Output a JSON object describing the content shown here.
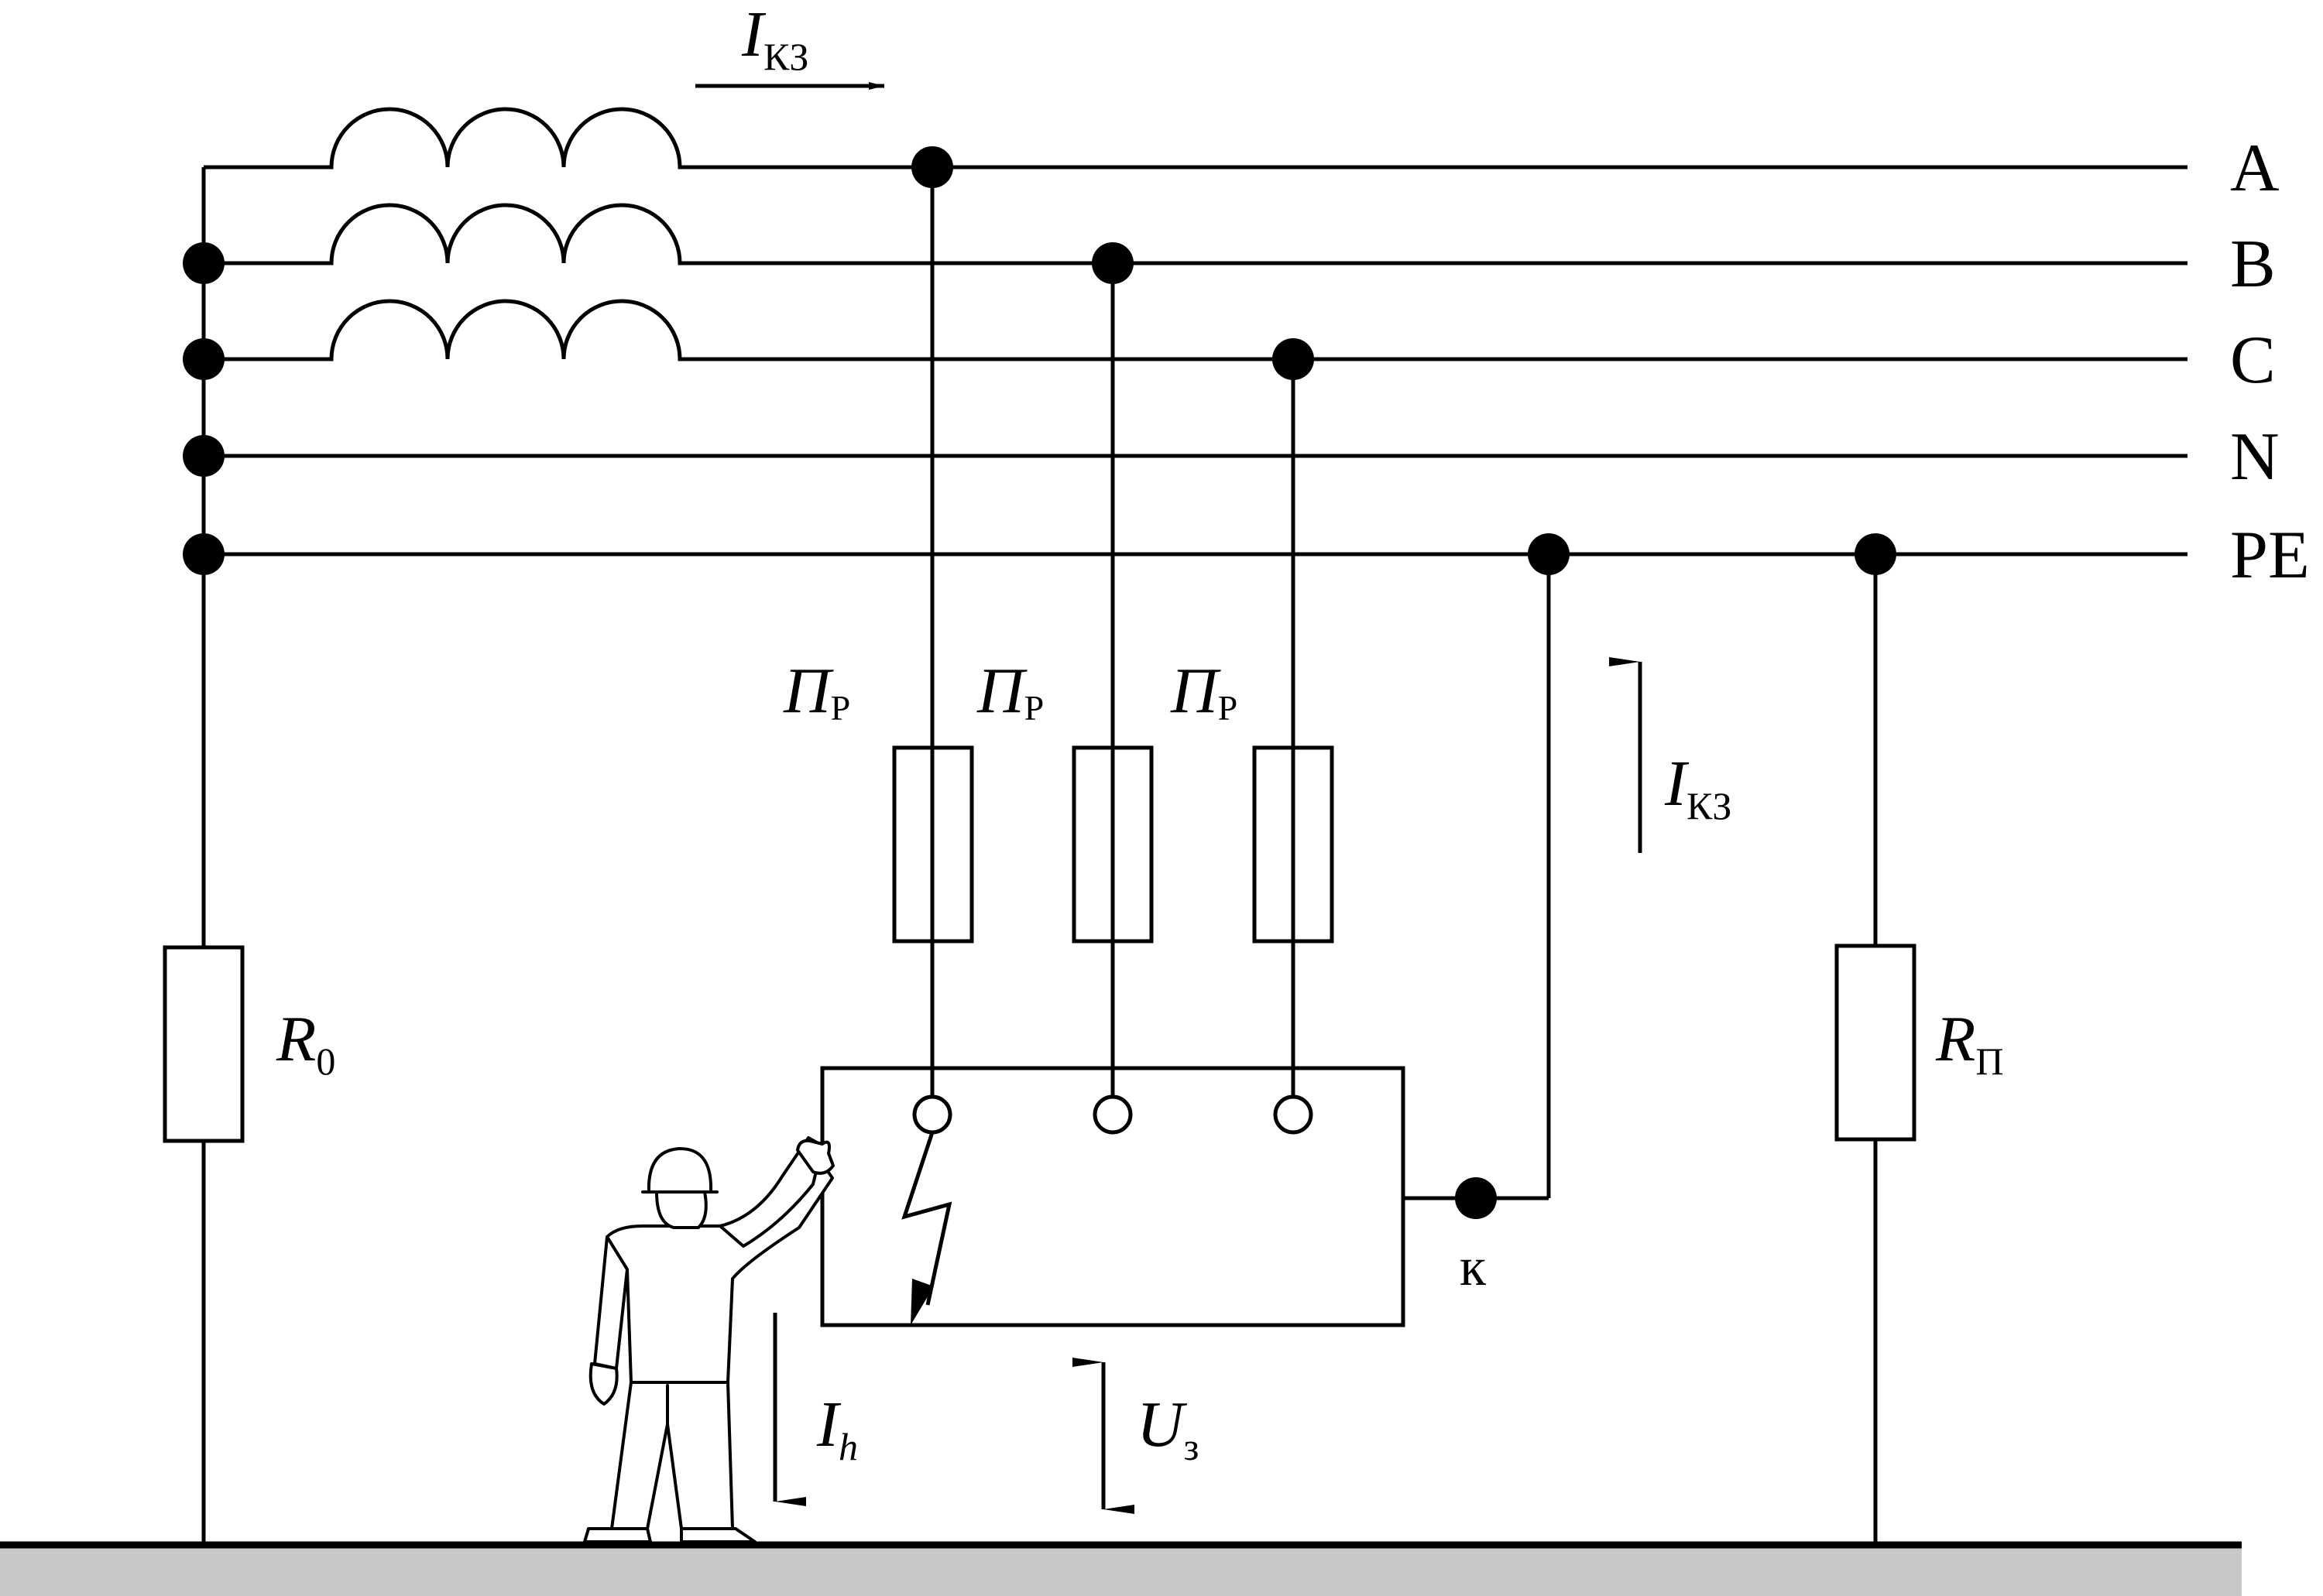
{
  "lines": {
    "a": "A",
    "b": "B",
    "c": "C",
    "n": "N",
    "pe": "PE"
  },
  "current_top": {
    "symbol": "I",
    "subscript": "КЗ"
  },
  "current_right": {
    "symbol": "I",
    "subscript": "КЗ"
  },
  "fuses": [
    {
      "symbol": "П",
      "subscript": "Р"
    },
    {
      "symbol": "П",
      "subscript": "Р"
    },
    {
      "symbol": "П",
      "subscript": "Р"
    }
  ],
  "r0": {
    "symbol": "R",
    "subscript": "0"
  },
  "rp": {
    "symbol": "R",
    "subscript": "П"
  },
  "ih": {
    "symbol": "I",
    "subscript": "h"
  },
  "u3": {
    "symbol": "U",
    "subscript": "з"
  },
  "point_k": "к",
  "colors": {
    "ground": "#c8c8c8",
    "wire": "#000000"
  }
}
